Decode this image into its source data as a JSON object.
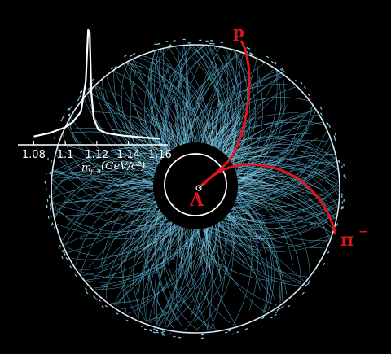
{
  "colors": {
    "background": "#000000",
    "track": "#5fc3ea",
    "detector_ring": "#e8eef2",
    "highlight_track": "#e0141e",
    "histogram": "#ffffff"
  },
  "labels": {
    "proton": "p",
    "lambda": "Λ",
    "pion": "π",
    "pion_charge": "−"
  },
  "inset_histogram": {
    "axis_ticks": [
      "1.08",
      "1.1",
      "1.12",
      "1.14",
      "1.16"
    ],
    "axis_title_main": "m",
    "axis_title_sub": "p,π",
    "axis_title_units": "(GeV/c²)"
  },
  "chart_data": {
    "type": "line",
    "x": [
      1.08,
      1.09,
      1.1,
      1.105,
      1.11,
      1.113,
      1.1145,
      1.1155,
      1.1165,
      1.118,
      1.121,
      1.126,
      1.135,
      1.15,
      1.16
    ],
    "values": [
      0.06,
      0.09,
      0.14,
      0.19,
      0.28,
      0.55,
      1.0,
      0.98,
      0.45,
      0.22,
      0.12,
      0.09,
      0.07,
      0.05,
      0.04
    ],
    "xlim": [
      1.07,
      1.165
    ],
    "ylim": [
      0,
      1.05
    ]
  }
}
